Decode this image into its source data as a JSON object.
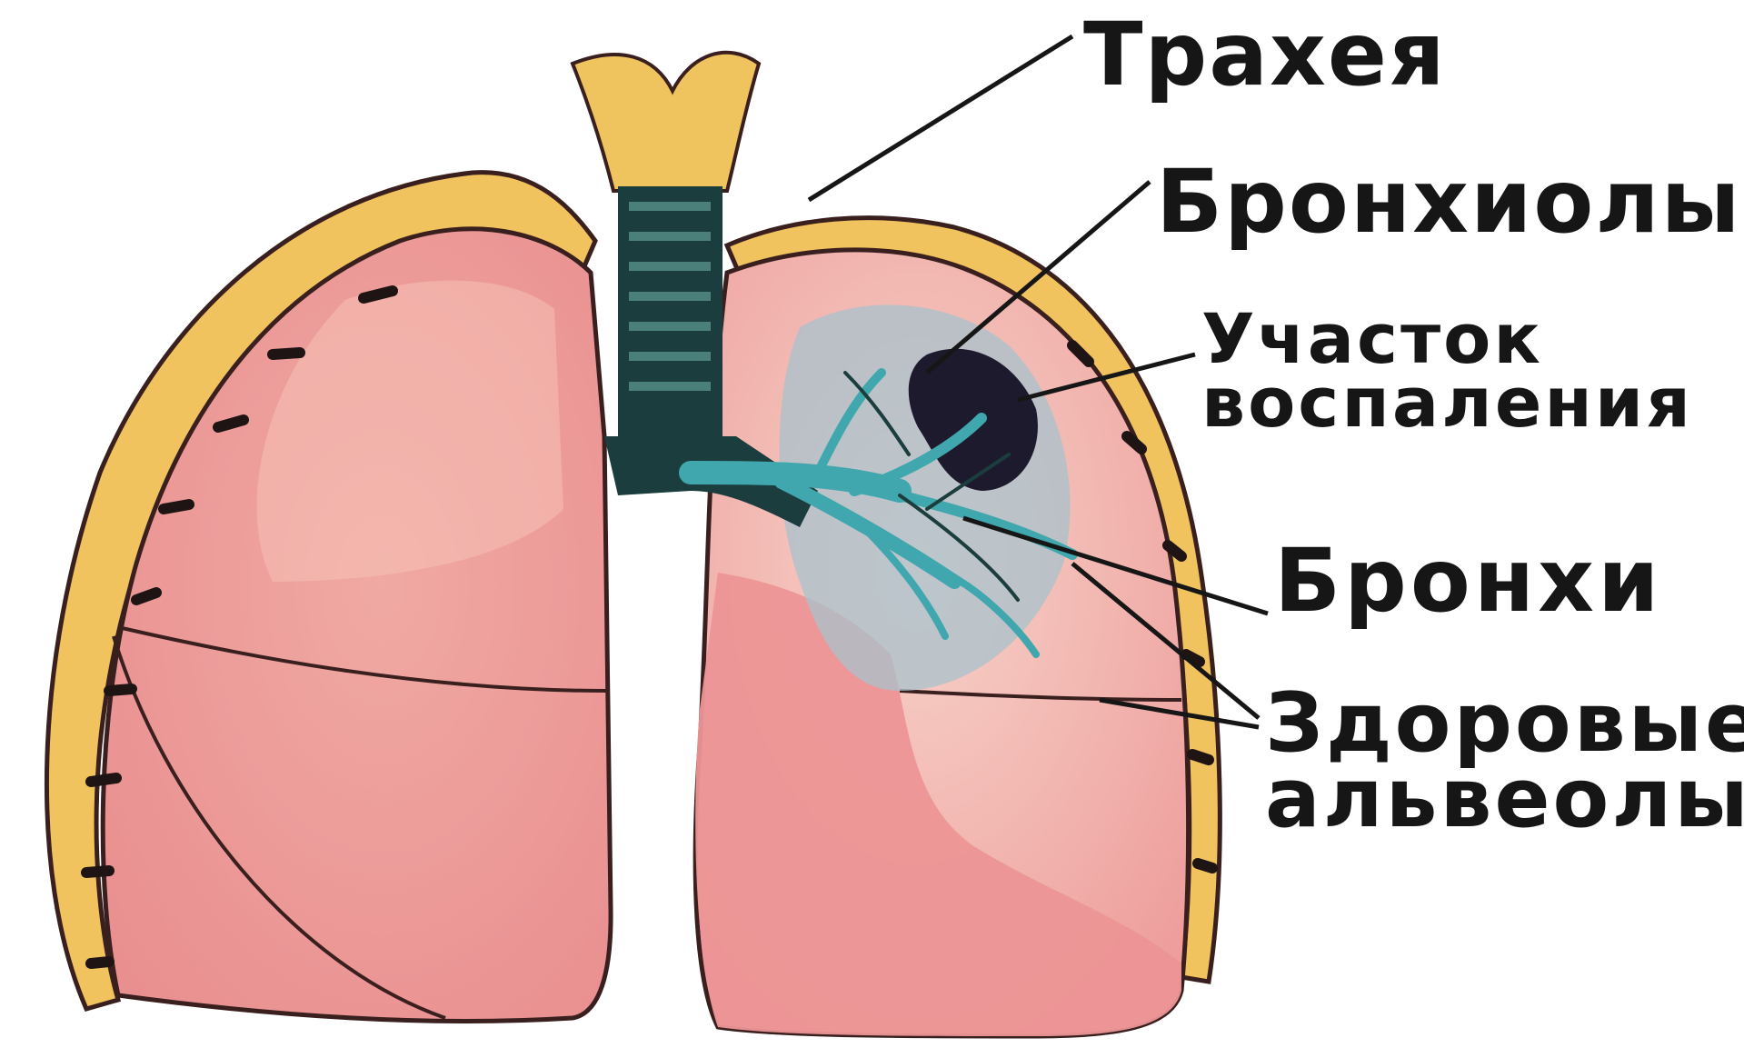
{
  "labels": {
    "trachea": "Трахея",
    "bronchioles": "Бронхиолы",
    "inflammation_line1": "Участок",
    "inflammation_line2": "воспаления",
    "bronchi": "Бронхи",
    "healthy_line1": "Здоровые",
    "healthy_line2": "альвеолы"
  },
  "colors": {
    "lung_tissue": "#ee9a9a",
    "lung_light": "#f5c2bb",
    "pleura": "#f1c35e",
    "trachea_cartilage": "#efc35e",
    "trachea_dark": "#1c3d3d",
    "bronchi": "#3fa7ad",
    "inflammation": "#1e1a2e",
    "outline": "#3a1f1f",
    "background": "#ffffff"
  }
}
